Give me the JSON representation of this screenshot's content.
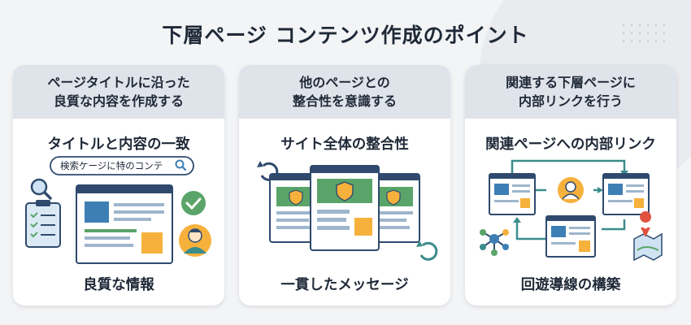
{
  "title": "下層ページ コンテンツ作成のポイント",
  "cards": [
    {
      "heading_line1": "ページタイトルに沿った",
      "heading_line2": "良質な内容を作成する",
      "subheading": "タイトルと内容の一致",
      "search_text": "検索ケージに特のコンテ",
      "footer": "良質な情報"
    },
    {
      "heading_line1": "他のページとの",
      "heading_line2": "整合性を意識する",
      "subheading": "サイト全体の整合性",
      "footer": "一貫したメッセージ"
    },
    {
      "heading_line1": "関連する下層ページに",
      "heading_line2": "内部リンクを行う",
      "subheading": "関連ページへの内部リンク",
      "footer": "回遊導線の構築"
    }
  ],
  "colors": {
    "navy": "#2f4a6d",
    "blue": "#3d7fb5",
    "green": "#5aa469",
    "orange": "#f6b13c",
    "teal": "#3b8c8c"
  }
}
